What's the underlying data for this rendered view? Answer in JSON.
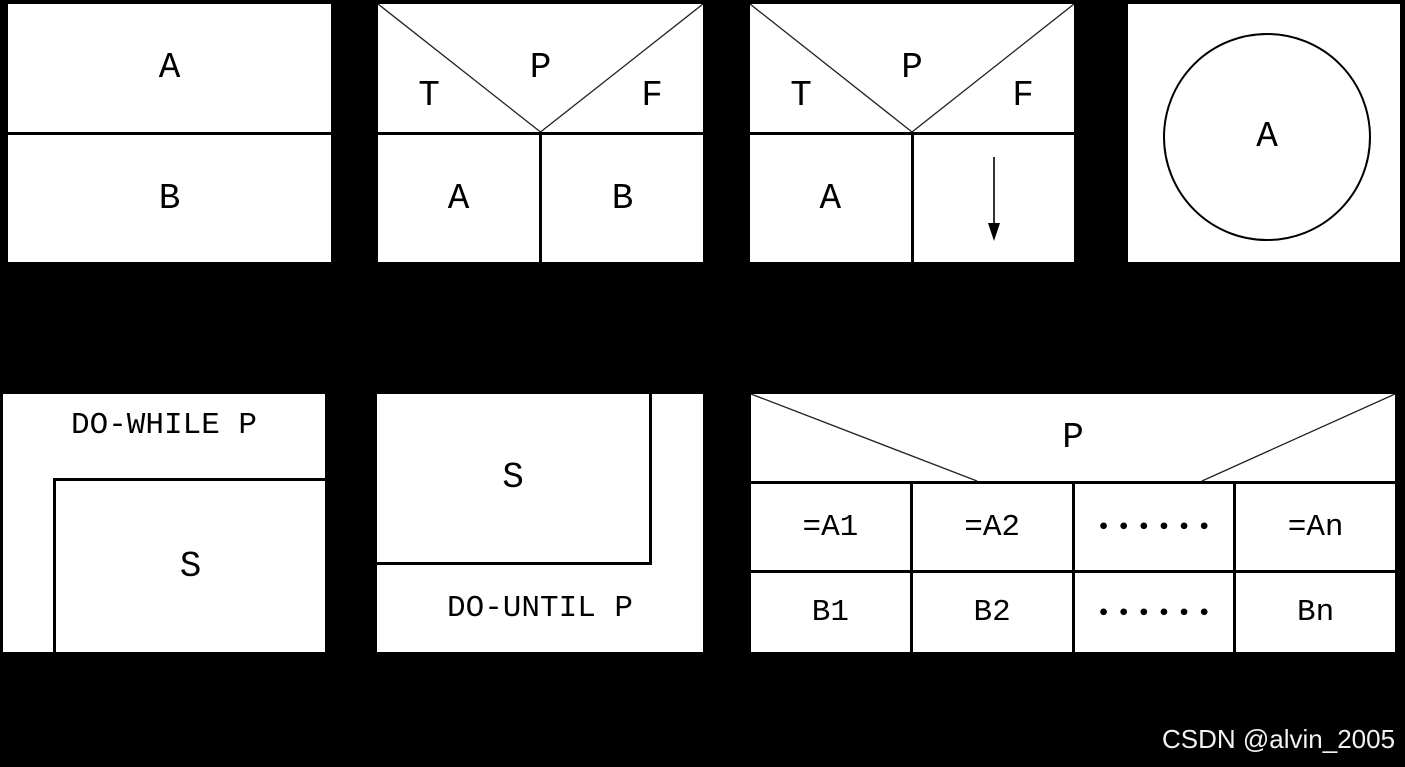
{
  "page": {
    "background": "#000000",
    "box_background": "#ffffff",
    "line_color": "#000000",
    "watermark_color": "#f2f2f2"
  },
  "sequence_box": {
    "top": "A",
    "bottom": "B"
  },
  "if_else_box": {
    "condition": "P",
    "true_label": "T",
    "false_label": "F",
    "true_branch": "A",
    "false_branch": "B"
  },
  "if_only_box": {
    "condition": "P",
    "true_label": "T",
    "false_label": "F",
    "true_branch": "A",
    "false_branch_icon": "arrow-down"
  },
  "circle_box": {
    "label": "A"
  },
  "do_while_box": {
    "header": "DO-WHILE P",
    "body": "S"
  },
  "do_until_box": {
    "body": "S",
    "footer": "DO-UNTIL P"
  },
  "case_box": {
    "condition": "P",
    "case_labels": [
      "=A1",
      "=A2",
      "••••••",
      "=An"
    ],
    "case_bodies": [
      "B1",
      "B2",
      "••••••",
      "Bn"
    ]
  },
  "watermark": {
    "text": "CSDN @alvin_2005"
  }
}
